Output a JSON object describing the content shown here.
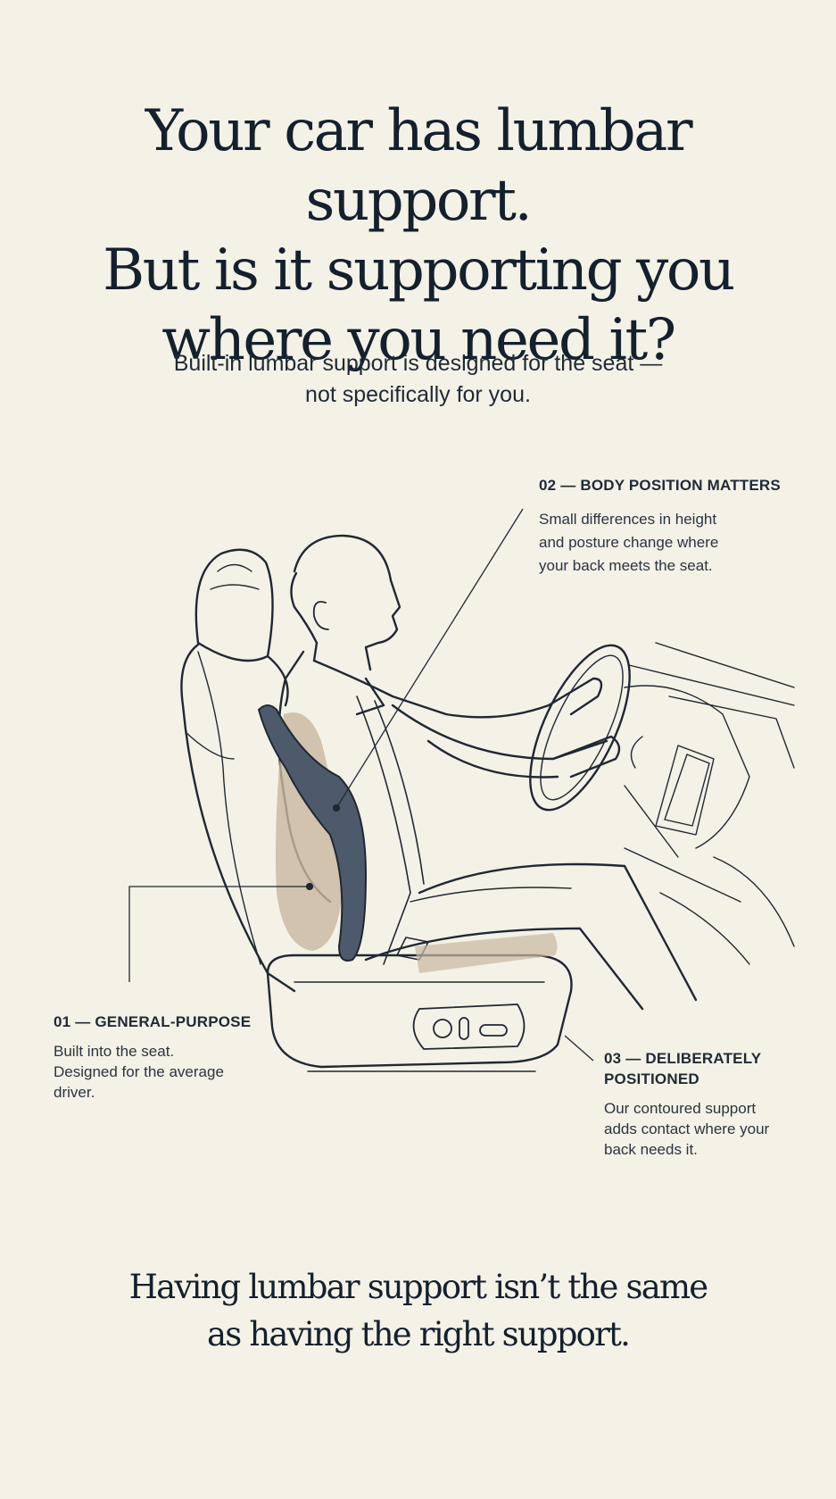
{
  "headline": {
    "lines": [
      "Your car has lumbar support.",
      "But is it supporting you",
      "where you need it?"
    ]
  },
  "subhead": {
    "lines": [
      "Built-in lumbar support is designed for the seat —",
      "not specifically for you."
    ]
  },
  "callouts": [
    {
      "title_lines": [
        "01 — GENERAL-PURPOSE"
      ],
      "body_lines": [
        "Built into the seat.",
        "Designed for the average",
        "driver."
      ]
    },
    {
      "title_lines": [
        "02 — BODY POSITION MATTERS"
      ],
      "body_lines": [
        "Small differences in height",
        "and posture change where",
        "your back meets the seat."
      ]
    },
    {
      "title_lines": [
        "03 — DELIBERATELY",
        "POSITIONED"
      ],
      "body_lines": [
        "Our contoured support",
        "adds contact where your",
        "back needs it."
      ]
    }
  ],
  "closing": {
    "lines": [
      "Having lumbar support isn’t the same",
      "as having the right support."
    ]
  },
  "colors": {
    "background": "#f4f1e6",
    "ink": "#14202e",
    "highlight": "#c8b89f",
    "cushion": "#4d5a6b"
  }
}
